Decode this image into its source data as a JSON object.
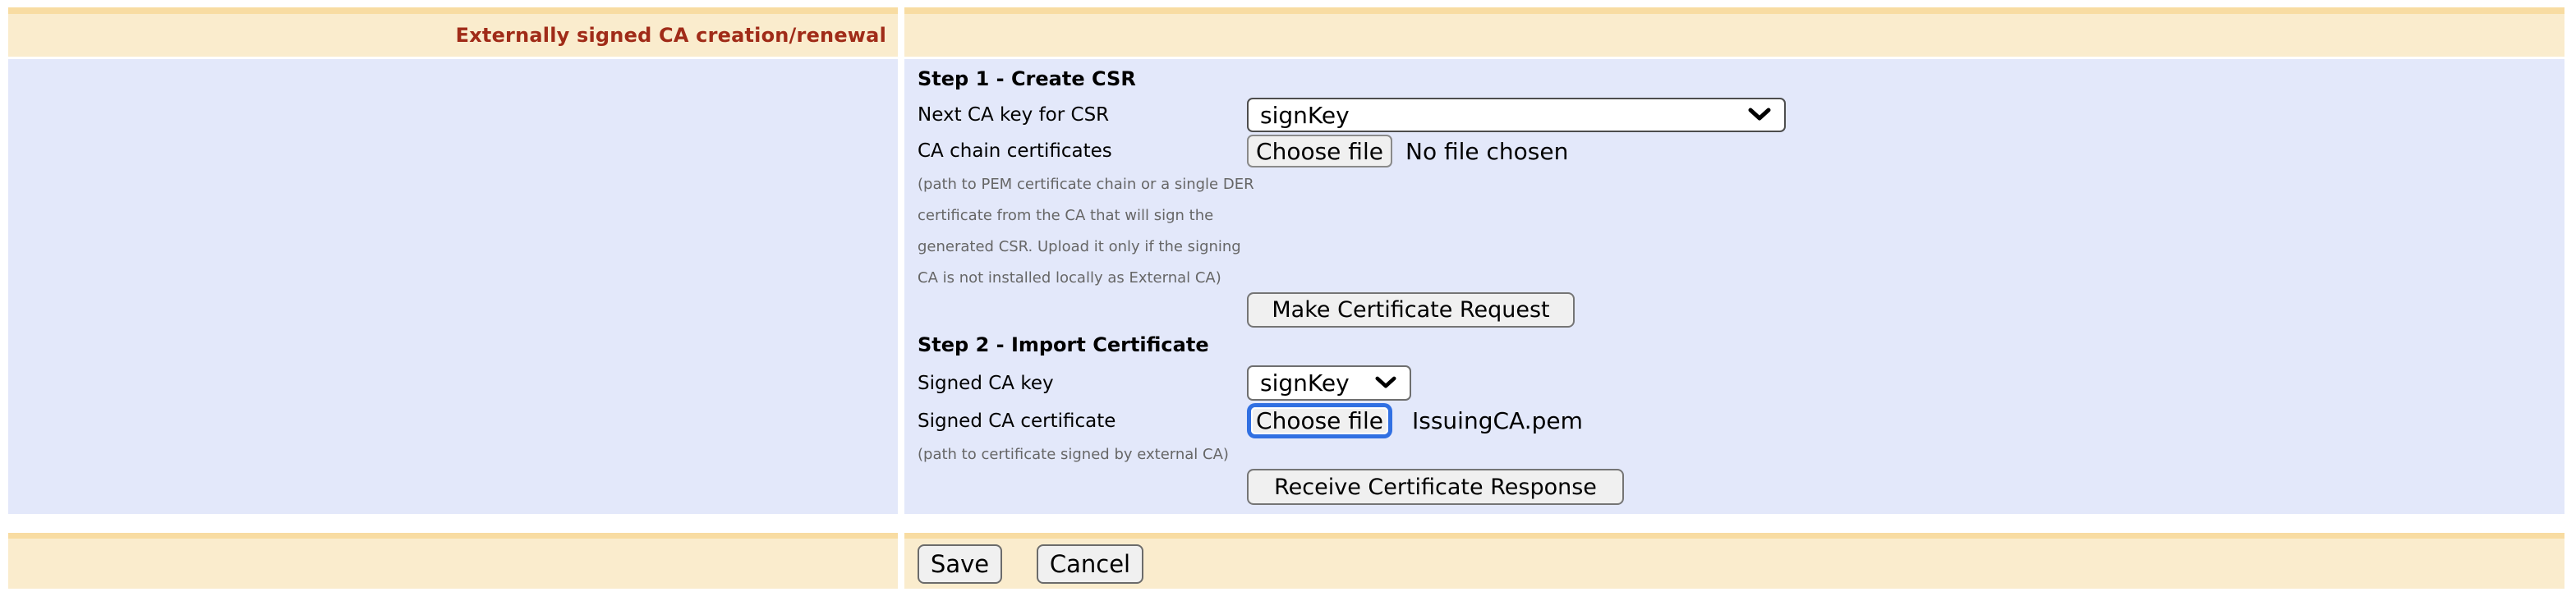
{
  "header": {
    "title": "Externally signed CA creation/renewal"
  },
  "step1": {
    "heading": "Step 1 - Create CSR",
    "next_ca_key_label": "Next CA key for CSR",
    "next_ca_key_value": "signKey",
    "ca_chain_label": "CA chain certificates",
    "choose_file_label": "Choose file",
    "no_file_text": "No file chosen",
    "help_lines": [
      "(path to PEM certificate chain or a single DER",
      "certificate from the CA that will sign the",
      "generated CSR. Upload it only if the signing",
      "CA is not installed locally as External CA)"
    ],
    "make_request_button": "Make Certificate Request"
  },
  "step2": {
    "heading": "Step 2 - Import Certificate",
    "signed_key_label": "Signed CA key",
    "signed_key_value": "signKey",
    "signed_cert_label": "Signed CA certificate",
    "choose_file_label": "Choose file",
    "file_name": "IssuingCA.pem",
    "help_line": "(path to certificate signed by external CA)",
    "receive_button": "Receive Certificate Response"
  },
  "footer": {
    "save_label": "Save",
    "cancel_label": "Cancel"
  },
  "colors": {
    "band": "#f8dca2",
    "cream": "#faeccd",
    "lavender": "#e3e8fa",
    "title_red": "#a02b18",
    "help_gray": "#666666",
    "focus_blue": "#3170e2"
  }
}
